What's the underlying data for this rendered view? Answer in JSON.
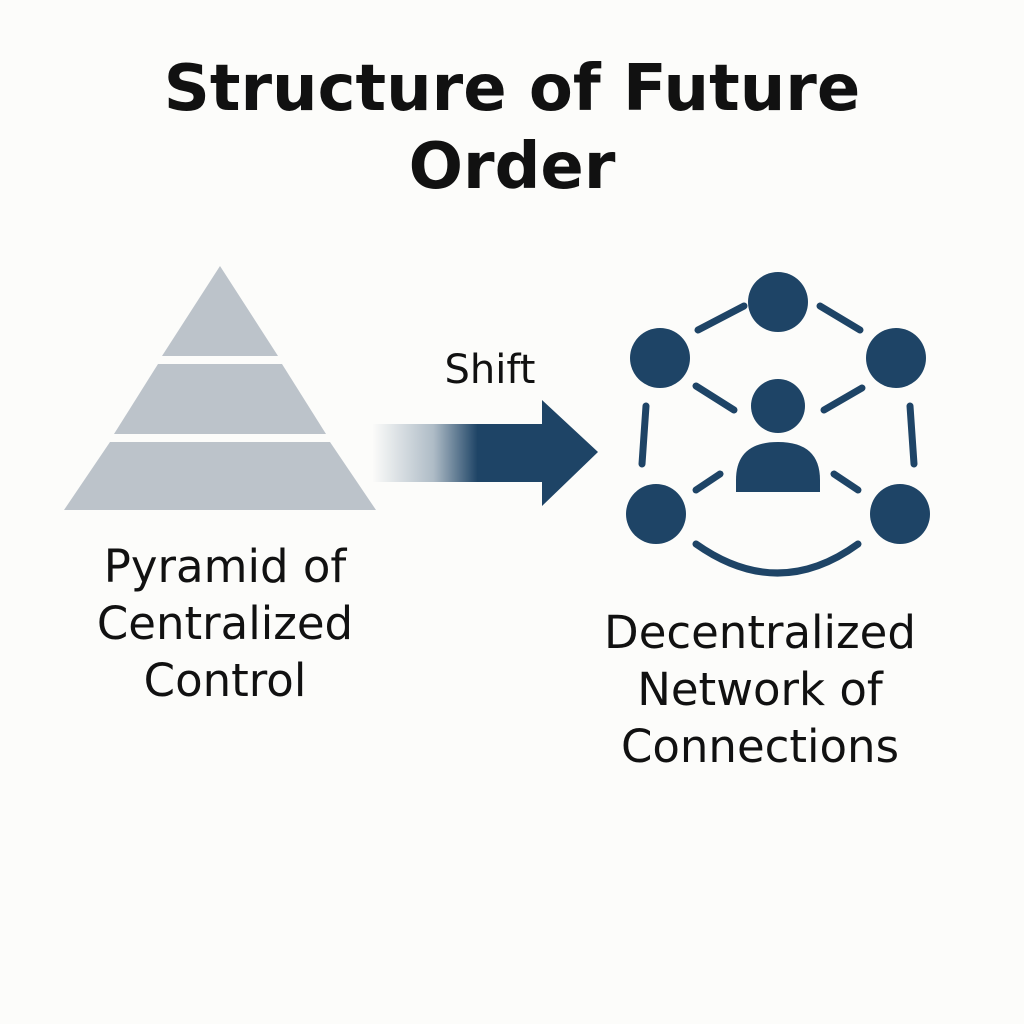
{
  "title": {
    "line1": "Structure of Future",
    "line2": "Order"
  },
  "shift_label": "Shift",
  "left_caption": {
    "line1": "Pyramid of",
    "line2": "Centralized",
    "line3": "Control"
  },
  "right_caption": {
    "line1": "Decentralized",
    "line2": "Network of",
    "line3": "Connections"
  },
  "colors": {
    "pyramid": "#bcc3ca",
    "network": "#1e4466",
    "text": "#111111",
    "background": "#fcfcfa"
  },
  "icons": {
    "center_node": "person-icon",
    "pyramid": "pyramid-icon",
    "arrow": "arrow-right-icon"
  }
}
